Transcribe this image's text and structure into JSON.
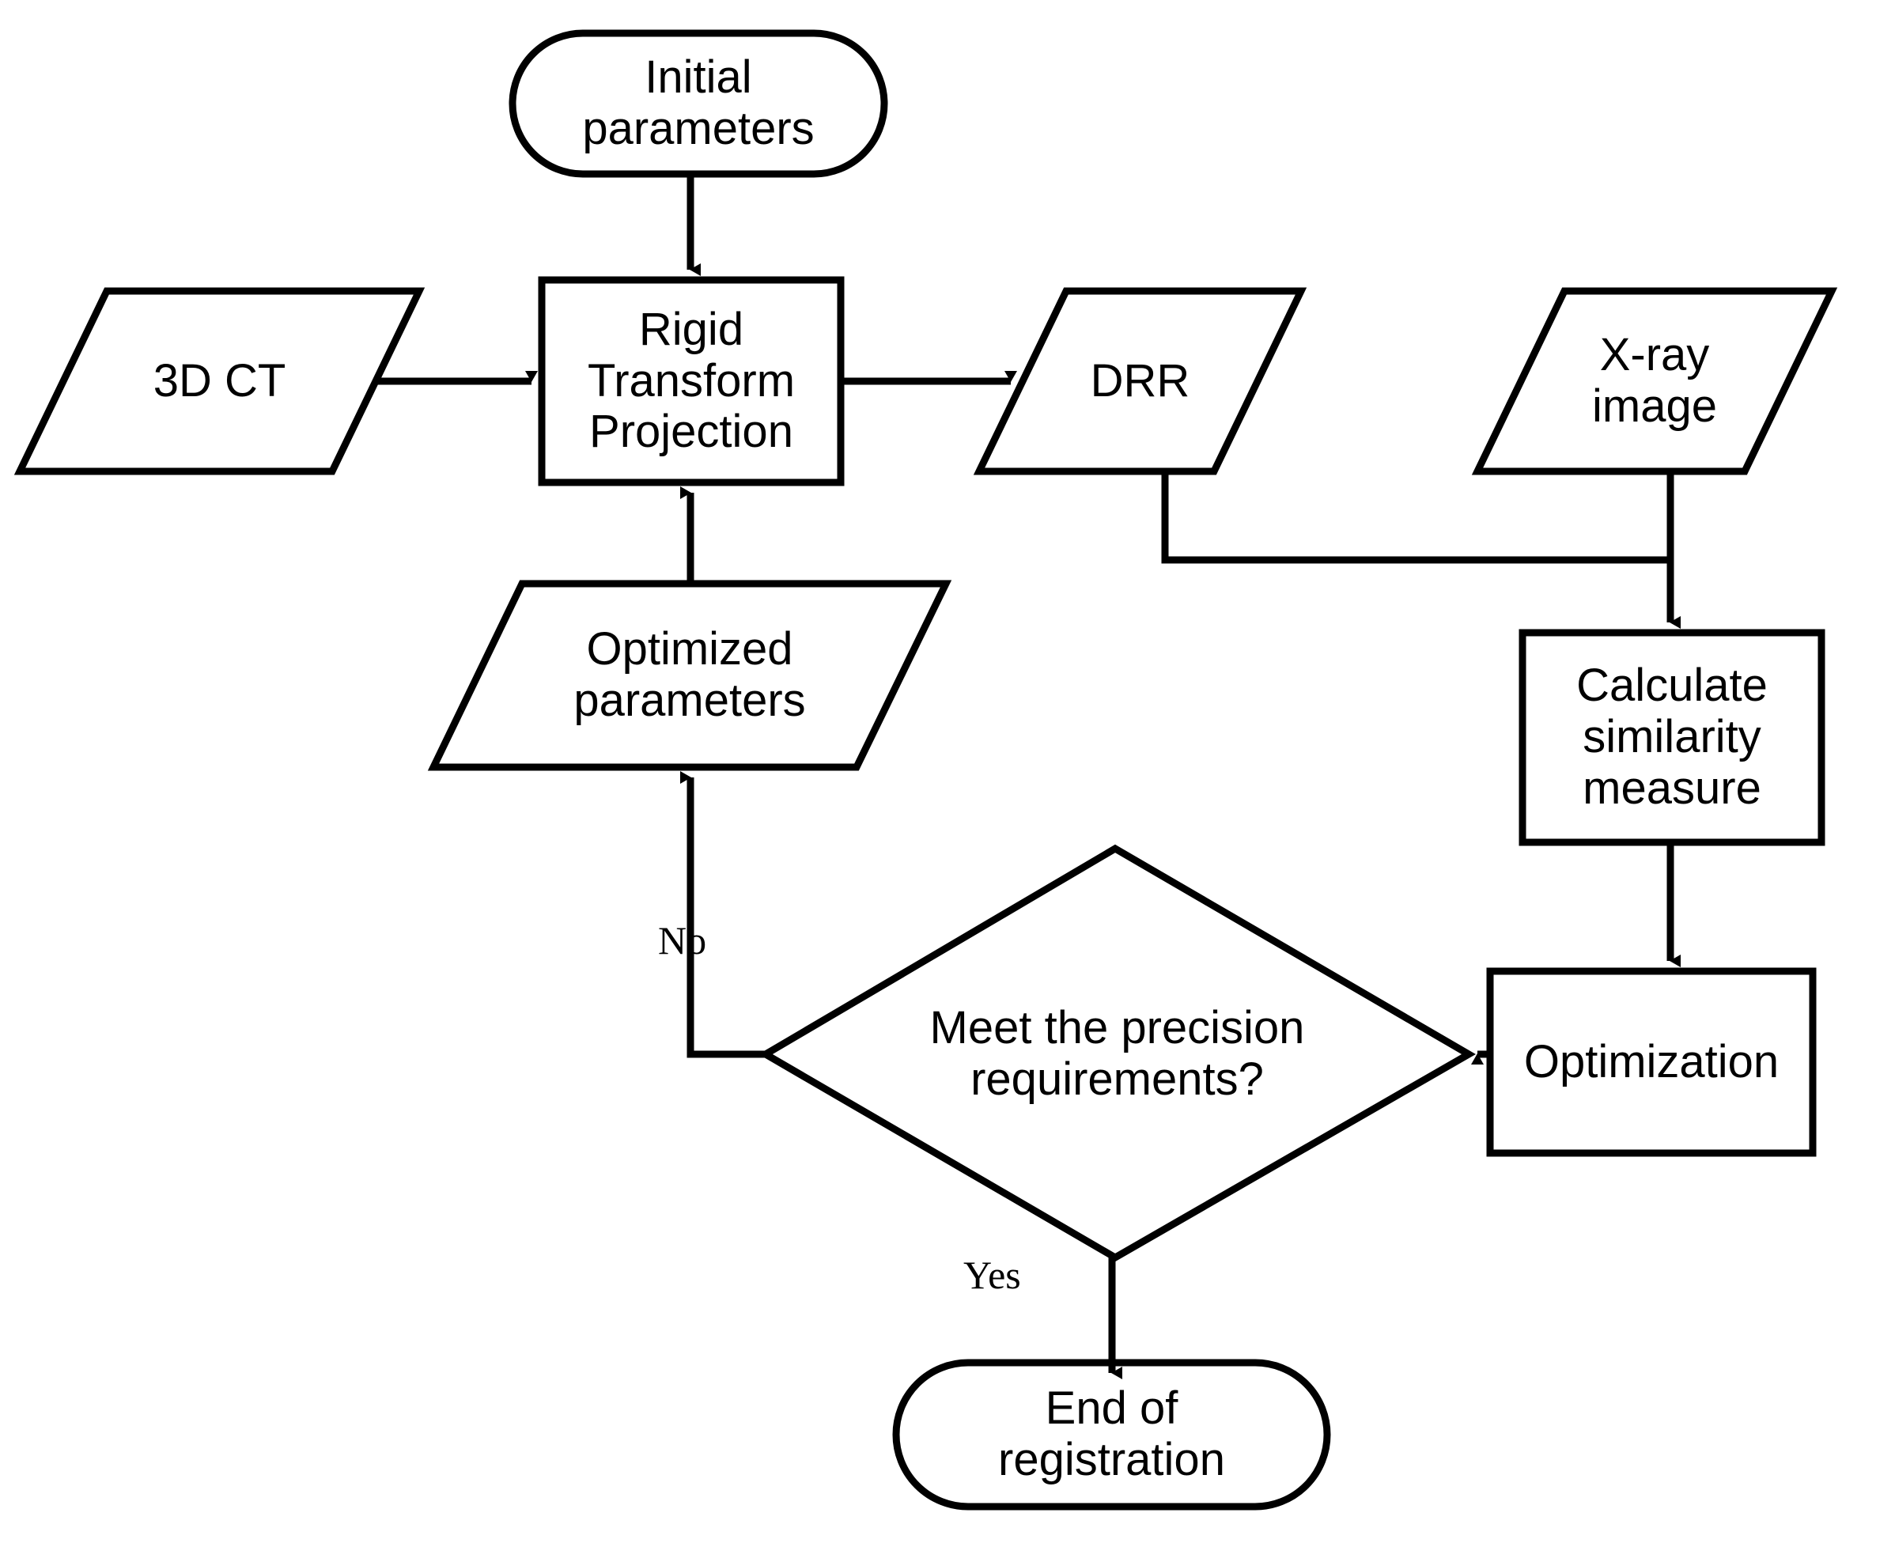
{
  "diagram": {
    "title": "2D/3D image registration workflow",
    "background_color": "#ffffff",
    "stroke_color": "#000000",
    "text_color": "#000000",
    "nodes": [
      {
        "id": "initial-parameters",
        "shape": "terminator",
        "label": "Initial\nparameters",
        "font_size": 58
      },
      {
        "id": "rigid-transform-projection",
        "shape": "process",
        "label": "Rigid\nTransform\nProjection",
        "font_size": 58
      },
      {
        "id": "3d-ct",
        "shape": "data",
        "label": "3D CT",
        "font_size": 58
      },
      {
        "id": "drr",
        "shape": "data",
        "label": "DRR",
        "font_size": 58
      },
      {
        "id": "xray-image",
        "shape": "data",
        "label": "X-ray\nimage",
        "font_size": 58
      },
      {
        "id": "calculate-similarity-measure",
        "shape": "process",
        "label": "Calculate\nsimilarity\nmeasure",
        "font_size": 58
      },
      {
        "id": "optimization",
        "shape": "process",
        "label": "Optimization",
        "font_size": 58
      },
      {
        "id": "meet-precision-requirements",
        "shape": "decision",
        "label": "Meet the precision\nrequirements?",
        "font_size": 58
      },
      {
        "id": "optimized-parameters",
        "shape": "data",
        "label": "Optimized\nparameters",
        "font_size": 58
      },
      {
        "id": "end-of-registration",
        "shape": "terminator",
        "label": "End of\nregistration",
        "font_size": 58
      }
    ],
    "edge_labels": [
      {
        "id": "no-label",
        "text": "No",
        "font_size": 50
      },
      {
        "id": "yes-label",
        "text": "Yes",
        "font_size": 50
      }
    ],
    "edges": [
      {
        "from": "initial-parameters",
        "to": "rigid-transform-projection",
        "label": ""
      },
      {
        "from": "3d-ct",
        "to": "rigid-transform-projection",
        "label": ""
      },
      {
        "from": "rigid-transform-projection",
        "to": "drr",
        "label": ""
      },
      {
        "from": "drr",
        "to": "calculate-similarity-measure",
        "label": ""
      },
      {
        "from": "xray-image",
        "to": "calculate-similarity-measure",
        "label": ""
      },
      {
        "from": "calculate-similarity-measure",
        "to": "optimization",
        "label": ""
      },
      {
        "from": "optimization",
        "to": "meet-precision-requirements",
        "label": ""
      },
      {
        "from": "meet-precision-requirements",
        "to": "optimized-parameters",
        "label": "No"
      },
      {
        "from": "meet-precision-requirements",
        "to": "end-of-registration",
        "label": "Yes"
      },
      {
        "from": "optimized-parameters",
        "to": "rigid-transform-projection",
        "label": ""
      }
    ]
  }
}
